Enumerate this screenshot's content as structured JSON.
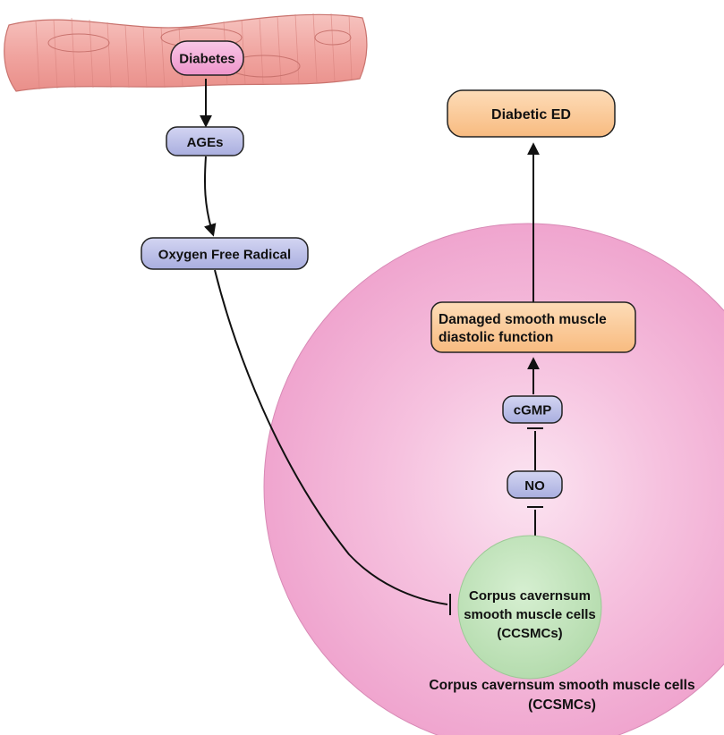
{
  "nodes": {
    "diabetes": "Diabetes",
    "ages": "AGEs",
    "oxygen_free_radical": "Oxygen Free Radical",
    "diabetic_ed": "Diabetic ED",
    "damaged_line1": "Damaged smooth muscle",
    "damaged_line2": "diastolic function",
    "cgmp": "cGMP",
    "no": "NO",
    "ccsmc_line1": "Corpus cavernsum",
    "ccsmc_line2": "smooth muscle cells",
    "ccsmc_line3": "(CCSMCs)"
  },
  "caption": {
    "line1": "Corpus cavernsum smooth muscle cells",
    "line2": "(CCSMCs)"
  },
  "edges": [
    {
      "from": "Diabetes",
      "to": "AGEs",
      "type": "activation"
    },
    {
      "from": "AGEs",
      "to": "Oxygen Free Radical",
      "type": "activation"
    },
    {
      "from": "Oxygen Free Radical",
      "to": "Corpus cavernsum smooth muscle cells (CCSMCs)",
      "type": "inhibition"
    },
    {
      "from": "Corpus cavernsum smooth muscle cells (CCSMCs)",
      "to": "NO",
      "type": "inhibition"
    },
    {
      "from": "NO",
      "to": "cGMP",
      "type": "inhibition"
    },
    {
      "from": "cGMP",
      "to": "Damaged smooth muscle diastolic function",
      "type": "activation"
    },
    {
      "from": "Damaged smooth muscle diastolic function",
      "to": "Diabetic ED",
      "type": "activation"
    }
  ],
  "colors": {
    "blue_node": "#b9bde6",
    "pink_node": "#f3a9d7",
    "orange_node": "#fbc894",
    "green_cell": "#bfe3b9",
    "big_cell": "#f0a6cf",
    "vessel": "#f2aaa6"
  }
}
